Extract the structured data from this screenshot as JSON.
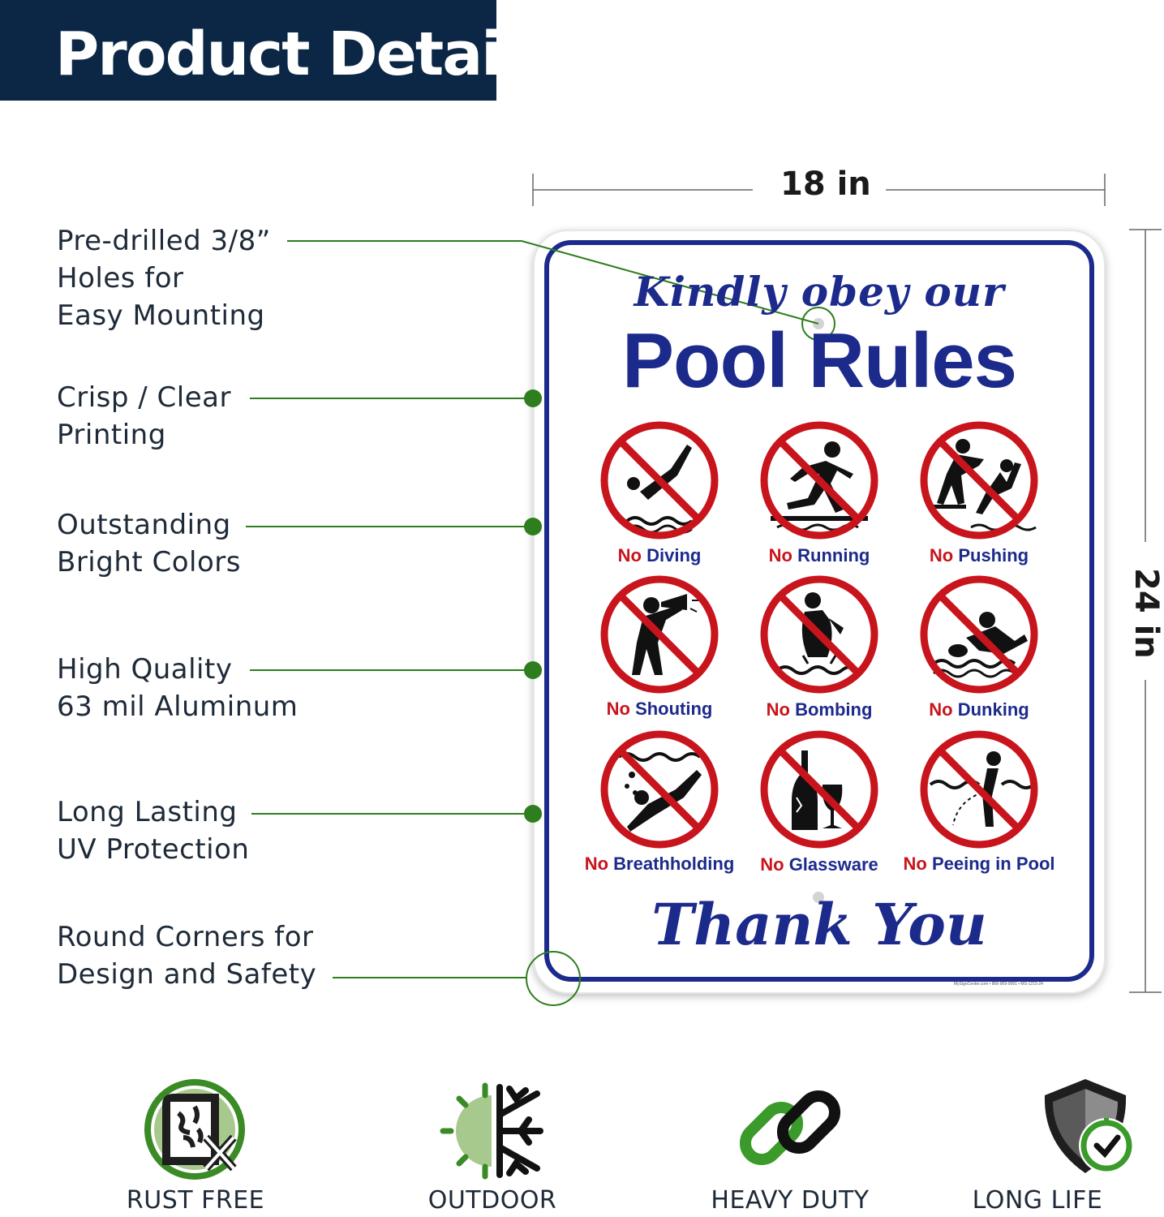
{
  "header": {
    "title": "Product Details"
  },
  "dimensions": {
    "width_label": "18 in",
    "height_label": "24 in"
  },
  "features": [
    {
      "lines": [
        "Pre-drilled 3/8”",
        "Holes for",
        "Easy Mounting"
      ]
    },
    {
      "lines": [
        "Crisp / Clear",
        "Printing"
      ]
    },
    {
      "lines": [
        "Outstanding",
        "Bright Colors"
      ]
    },
    {
      "lines": [
        "High Quality",
        "63 mil Aluminum"
      ]
    },
    {
      "lines": [
        "Long Lasting",
        "UV Protection"
      ]
    },
    {
      "lines": [
        "Round Corners for",
        "Design and Safety"
      ]
    }
  ],
  "sign": {
    "kindly": "Kindly obey our",
    "title": "Pool Rules",
    "thank_you": "Thank You",
    "fine_print": "MySignCenter.com • 866-909-9991 • MS-1215-24",
    "rules": [
      {
        "prefix": "No",
        "action": "Diving",
        "icon": "diving-icon"
      },
      {
        "prefix": "No",
        "action": "Running",
        "icon": "running-icon"
      },
      {
        "prefix": "No",
        "action": "Pushing",
        "icon": "pushing-icon"
      },
      {
        "prefix": "No",
        "action": "Shouting",
        "icon": "shouting-icon"
      },
      {
        "prefix": "No",
        "action": "Bombing",
        "icon": "bombing-icon"
      },
      {
        "prefix": "No",
        "action": "Dunking",
        "icon": "dunking-icon"
      },
      {
        "prefix": "No",
        "action": "Breathholding",
        "icon": "breathholding-icon"
      },
      {
        "prefix": "No",
        "action": "Glassware",
        "icon": "glassware-icon"
      },
      {
        "prefix": "No",
        "action": "Peeing in Pool",
        "icon": "peeing-icon"
      }
    ]
  },
  "badges": [
    {
      "label": "RUST FREE",
      "icon": "rust-free-icon"
    },
    {
      "label": "OUTDOOR",
      "icon": "sun-snowflake-icon"
    },
    {
      "label": "HEAVY DUTY",
      "icon": "chain-link-icon"
    },
    {
      "label": "LONG LIFE",
      "icon": "shield-check-icon"
    }
  ],
  "colors": {
    "header_bg": "#0b2745",
    "accent_green": "#2e7d1e",
    "sign_blue": "#1c2a8c",
    "sign_red": "#c8141c"
  }
}
